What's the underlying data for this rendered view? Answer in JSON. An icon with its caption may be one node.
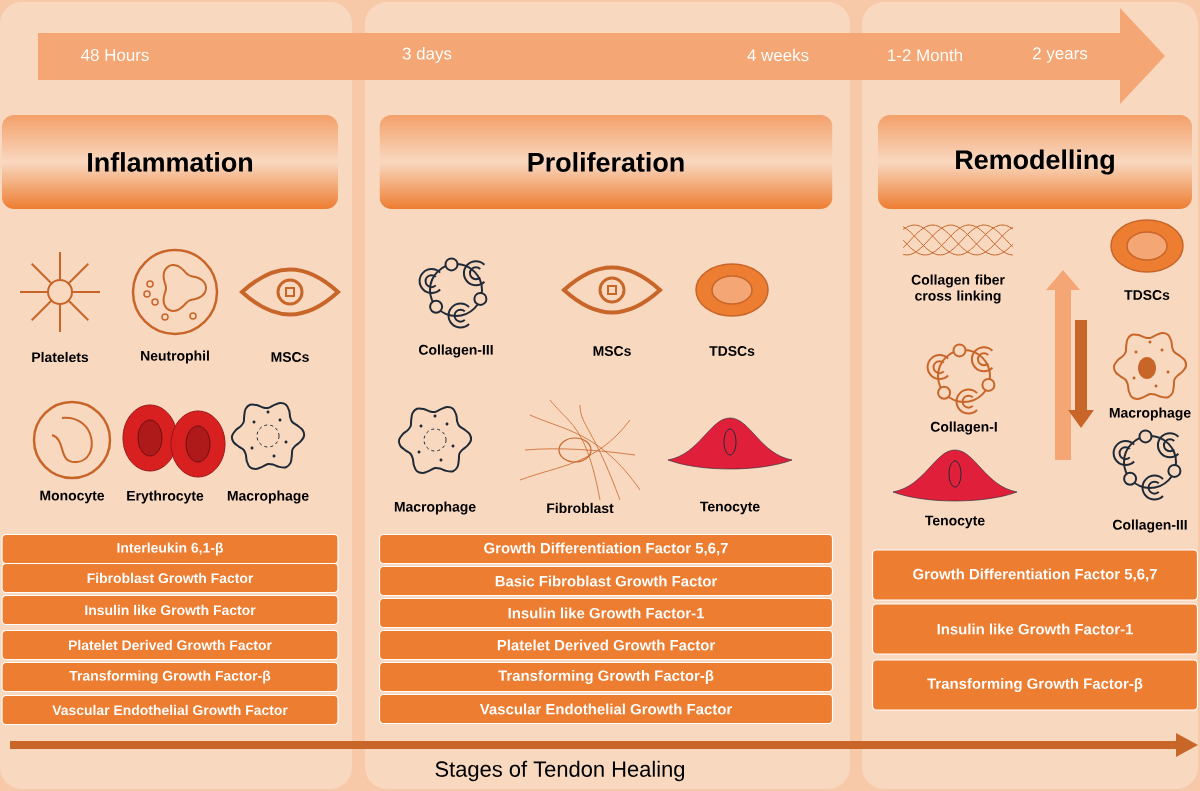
{
  "diagram": {
    "nodes": [
      {
        "text": [],
        "shape": "box"
      },
      {
        "text": [
          "48 Hours"
        ],
        "in": 0
      },
      {
        "text": [
          "Inflammation"
        ],
        "in": 0
      },
      {
        "text": [
          "Interleukin 6,1-β"
        ],
        "in": 0
      },
      {
        "text": [
          "Fibroblast Growth Factor"
        ],
        "in": 0
      },
      {
        "text": [
          "Insulin like Growth Factor"
        ],
        "in": 0
      },
      {
        "text": [
          "Platelet Derived Growth Factor"
        ],
        "in": 0
      },
      {
        "text": [
          "Transforming Growth Factor-β"
        ],
        "in": 0
      },
      {
        "text": [
          "Vascular Endothelial Growth Factor"
        ],
        "in": 0
      },
      {
        "text": [],
        "shape": "box"
      },
      {
        "text": [
          "3 days"
        ],
        "in": 9
      },
      {
        "text": [
          "4 weeks"
        ],
        "in": 9
      },
      {
        "text": [
          "Proliferation"
        ],
        "in": 9
      },
      {
        "text": [
          "Growth Differentiation Factor 5,6,7"
        ],
        "in": 9
      },
      {
        "text": [
          "Basic Fibroblast Growth Factor"
        ],
        "in": 9
      },
      {
        "text": [
          "Insulin like Growth Factor-1"
        ],
        "in": 9
      },
      {
        "text": [
          "Platelet Derived Growth Factor"
        ],
        "in": 9
      },
      {
        "text": [
          "Transforming Growth Factor-β"
        ],
        "in": 9
      },
      {
        "text": [
          "Vascular Endothelial Growth Factor"
        ],
        "in": 9
      },
      {
        "text": [],
        "shape": "box"
      },
      {
        "text": [
          "1-2 Month"
        ],
        "in": 19
      },
      {
        "text": [
          "2 years"
        ],
        "in": 19
      },
      {
        "text": [
          "Remodelling"
        ],
        "in": 19
      },
      {
        "text": [
          "Growth Differentiation Factor 5,6,7"
        ],
        "in": 19
      },
      {
        "text": [
          "Insulin like Growth Factor-1"
        ],
        "in": 19
      },
      {
        "text": [
          "Transforming Growth Factor-β"
        ],
        "in": 19
      }
    ],
    "labels": [
      "Platelets",
      "Neutrophil",
      "MSCs",
      "Monocyte",
      "Erythrocyte",
      "Macrophage",
      "Collagen-III",
      "MSCs",
      "TDSCs",
      "Macrophage",
      "Fibroblast",
      "Tenocyte",
      "Collagen fiber cross linking",
      "TDSCs",
      "Collagen-I",
      "Macrophage",
      "Tenocyte",
      "Collagen-III",
      "Stages of Tendon Healing"
    ]
  }
}
